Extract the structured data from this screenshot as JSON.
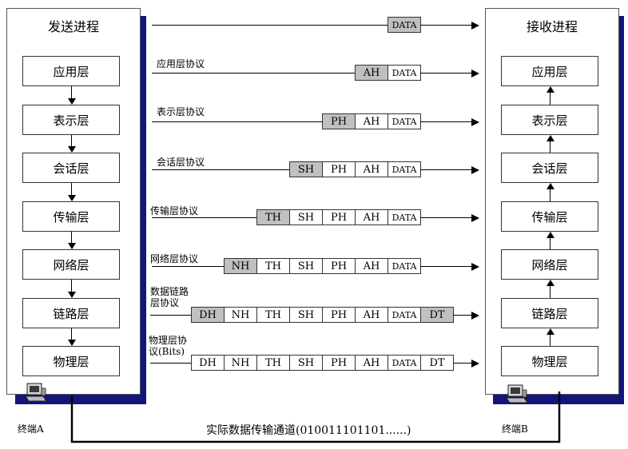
{
  "sender": {
    "title": "发送进程",
    "layers": [
      "应用层",
      "表示层",
      "会话层",
      "传输层",
      "网络层",
      "链路层",
      "物理层"
    ],
    "terminal": "终端A"
  },
  "receiver": {
    "title": "接收进程",
    "layers": [
      "应用层",
      "表示层",
      "会话层",
      "传输层",
      "网络层",
      "链路层",
      "物理层"
    ],
    "terminal": "终端B"
  },
  "rows": [
    {
      "label": "",
      "cells": [
        {
          "t": "DATA",
          "gray": true
        }
      ]
    },
    {
      "label": "应用层协议",
      "cells": [
        {
          "t": "AH",
          "gray": true
        },
        {
          "t": "DATA"
        }
      ]
    },
    {
      "label": "表示层协议",
      "cells": [
        {
          "t": "PH",
          "gray": true
        },
        {
          "t": "AH"
        },
        {
          "t": "DATA"
        }
      ]
    },
    {
      "label": "会话层协议",
      "cells": [
        {
          "t": "SH",
          "gray": true
        },
        {
          "t": "PH"
        },
        {
          "t": "AH"
        },
        {
          "t": "DATA"
        }
      ]
    },
    {
      "label": "传输层协议",
      "cells": [
        {
          "t": "TH",
          "gray": true
        },
        {
          "t": "SH"
        },
        {
          "t": "PH"
        },
        {
          "t": "AH"
        },
        {
          "t": "DATA"
        }
      ]
    },
    {
      "label": "网络层协议",
      "cells": [
        {
          "t": "NH",
          "gray": true
        },
        {
          "t": "TH"
        },
        {
          "t": "SH"
        },
        {
          "t": "PH"
        },
        {
          "t": "AH"
        },
        {
          "t": "DATA"
        }
      ]
    },
    {
      "label": "数据链路\n层协议",
      "cells": [
        {
          "t": "DH",
          "gray": true
        },
        {
          "t": "NH"
        },
        {
          "t": "TH"
        },
        {
          "t": "SH"
        },
        {
          "t": "PH"
        },
        {
          "t": "AH"
        },
        {
          "t": "DATA"
        },
        {
          "t": "DT",
          "gray": true
        }
      ]
    },
    {
      "label": "物理层协\n议(Bits)",
      "cells": [
        {
          "t": "DH"
        },
        {
          "t": "NH"
        },
        {
          "t": "TH"
        },
        {
          "t": "SH"
        },
        {
          "t": "PH"
        },
        {
          "t": "AH"
        },
        {
          "t": "DATA"
        },
        {
          "t": "DT"
        }
      ]
    }
  ],
  "channel": "实际数据传输通道(010011101101......)",
  "colors": {
    "panel_shadow": "#14157a",
    "header_gray": "#c0c0c0"
  }
}
